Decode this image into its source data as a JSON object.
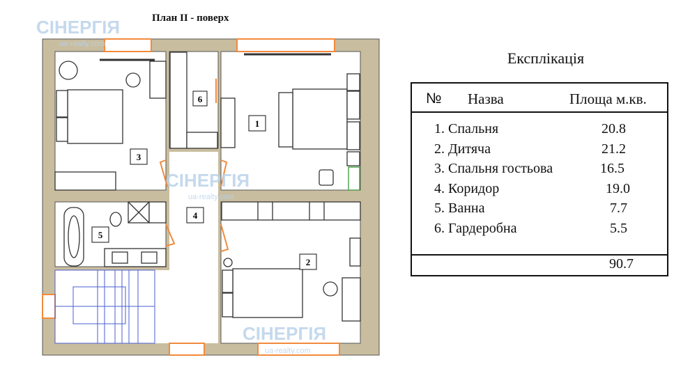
{
  "plan": {
    "title": "План ІІ - поверх",
    "room_labels": [
      "1",
      "2",
      "3",
      "4",
      "5",
      "6"
    ],
    "watermark": {
      "brand": "СІНЕРГІЯ",
      "site": "ua-realty.com"
    }
  },
  "explication": {
    "title": "Експлікація",
    "headers": {
      "number": "№",
      "name": "Назва",
      "area": "Площа м.кв."
    },
    "rows": [
      {
        "name": "1. Спальня",
        "area": "20.8"
      },
      {
        "name": "2. Дитяча",
        "area": "21.2"
      },
      {
        "name": "3. Спальня гостьова",
        "area": "16.5"
      },
      {
        "name": "4. Коридор",
        "area": "19.0"
      },
      {
        "name": "5. Ванна",
        "area": "7.7"
      },
      {
        "name": "6. Гардеробна",
        "area": "5.5"
      }
    ],
    "total": "90.7"
  },
  "colors": {
    "wall": "#c9bd9f",
    "window": "#f28a3c",
    "stairs": "#4a5fd0",
    "watermark": "#bcd3ea"
  }
}
